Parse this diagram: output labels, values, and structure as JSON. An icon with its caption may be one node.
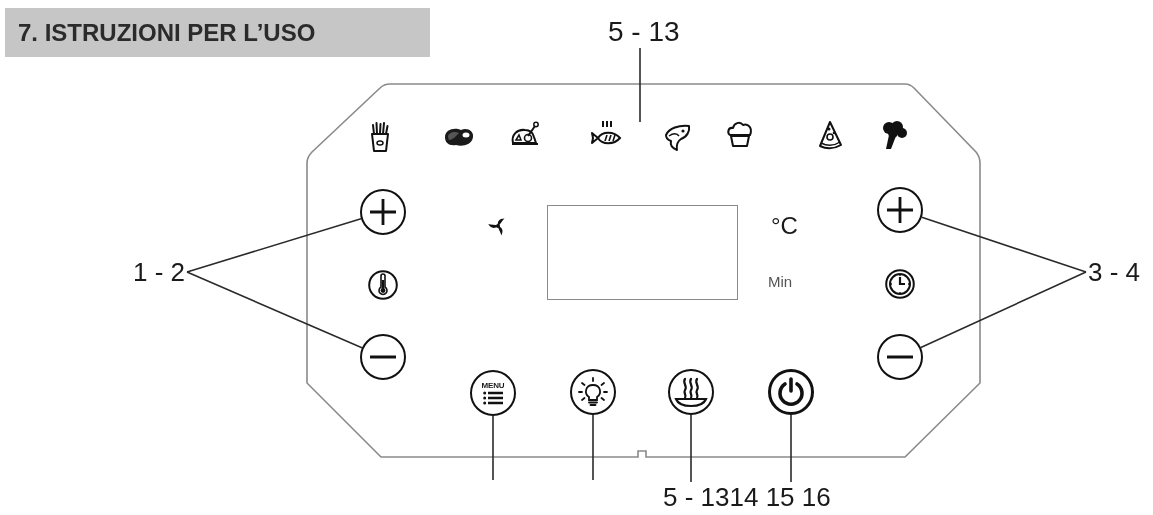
{
  "diagram": {
    "title": "7. ISTRUZIONI PER L’USO",
    "nodes": [
      {
        "text": [
          "5 - 13"
        ]
      },
      {
        "text": [
          "1 - 2"
        ]
      },
      {
        "text": [],
        "shape": "circle"
      },
      {
        "text": [],
        "shape": "circle"
      },
      {
        "text": [],
        "shape": "box"
      },
      {
        "text": [
          "3 - 4"
        ]
      },
      {
        "text": [],
        "shape": "circle"
      },
      {
        "text": [],
        "shape": "circle"
      },
      {
        "text": [
          "MENU"
        ]
      },
      {
        "text": [],
        "shape": "circle"
      },
      {
        "text": [],
        "shape": "circle"
      },
      {
        "text": [],
        "shape": "circle"
      },
      {
        "text": [
          "5 - 1314 15 16"
        ]
      }
    ],
    "edges": [
      {
        "from": 0,
        "to": null,
        "arrow": "none"
      },
      {
        "from": 1,
        "to": 2,
        "arrow": "none"
      },
      {
        "from": 1,
        "to": 3,
        "arrow": "none"
      },
      {
        "from": 5,
        "to": 6,
        "arrow": "none"
      },
      {
        "from": 5,
        "to": 7,
        "arrow": "none"
      },
      {
        "from": null,
        "to": 8,
        "arrow": "none"
      },
      {
        "from": null,
        "to": 9,
        "arrow": "none"
      },
      {
        "from": 12,
        "to": 10,
        "arrow": "none"
      },
      {
        "from": 12,
        "to": 11,
        "arrow": "none"
      }
    ],
    "labels": [
      "°C",
      "Min"
    ]
  }
}
